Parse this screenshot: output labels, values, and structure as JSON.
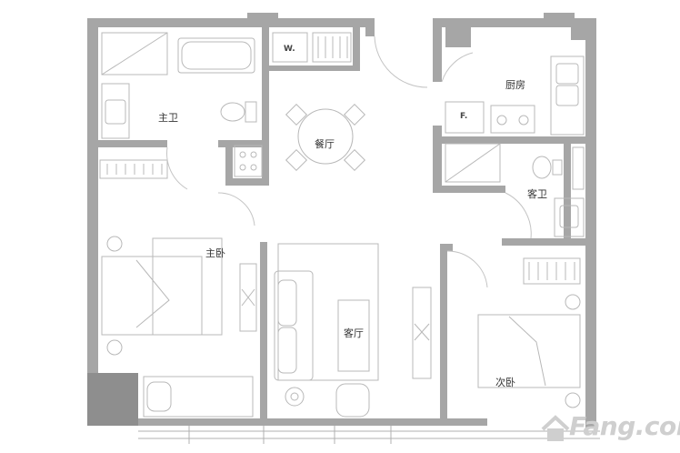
{
  "rooms": {
    "master_bath": "主卫",
    "dining": "餐厅",
    "kitchen": "厨房",
    "guest_bath": "客卫",
    "master_bedroom": "主卧",
    "living_room": "客厅",
    "second_bedroom": "次卧"
  },
  "tags": {
    "washer": "W.",
    "fridge": "F."
  },
  "watermark": {
    "text": "Fang.com"
  },
  "colors": {
    "wall": "#a6a6a6",
    "furniture": "#b8b8b8",
    "dark_block": "#8e8e8e"
  }
}
